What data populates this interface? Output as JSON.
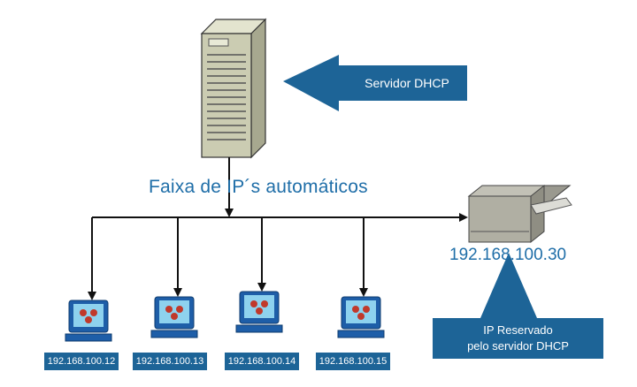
{
  "server_callout": {
    "label": "Servidor DHCP"
  },
  "ip_range_label": "Faixa de IP´s automáticos",
  "printer": {
    "ip": "192.168.100.30"
  },
  "reserved_callout": {
    "line1": "IP Reservado",
    "line2": "pelo servidor DHCP"
  },
  "clients": [
    {
      "ip": "192.168.100.12"
    },
    {
      "ip": "192.168.100.13"
    },
    {
      "ip": "192.168.100.14"
    },
    {
      "ip": "192.168.100.15"
    }
  ],
  "colors": {
    "accent": "#1d6497",
    "text_blue": "#1f6ea8",
    "server_body": "#c9cab0"
  }
}
